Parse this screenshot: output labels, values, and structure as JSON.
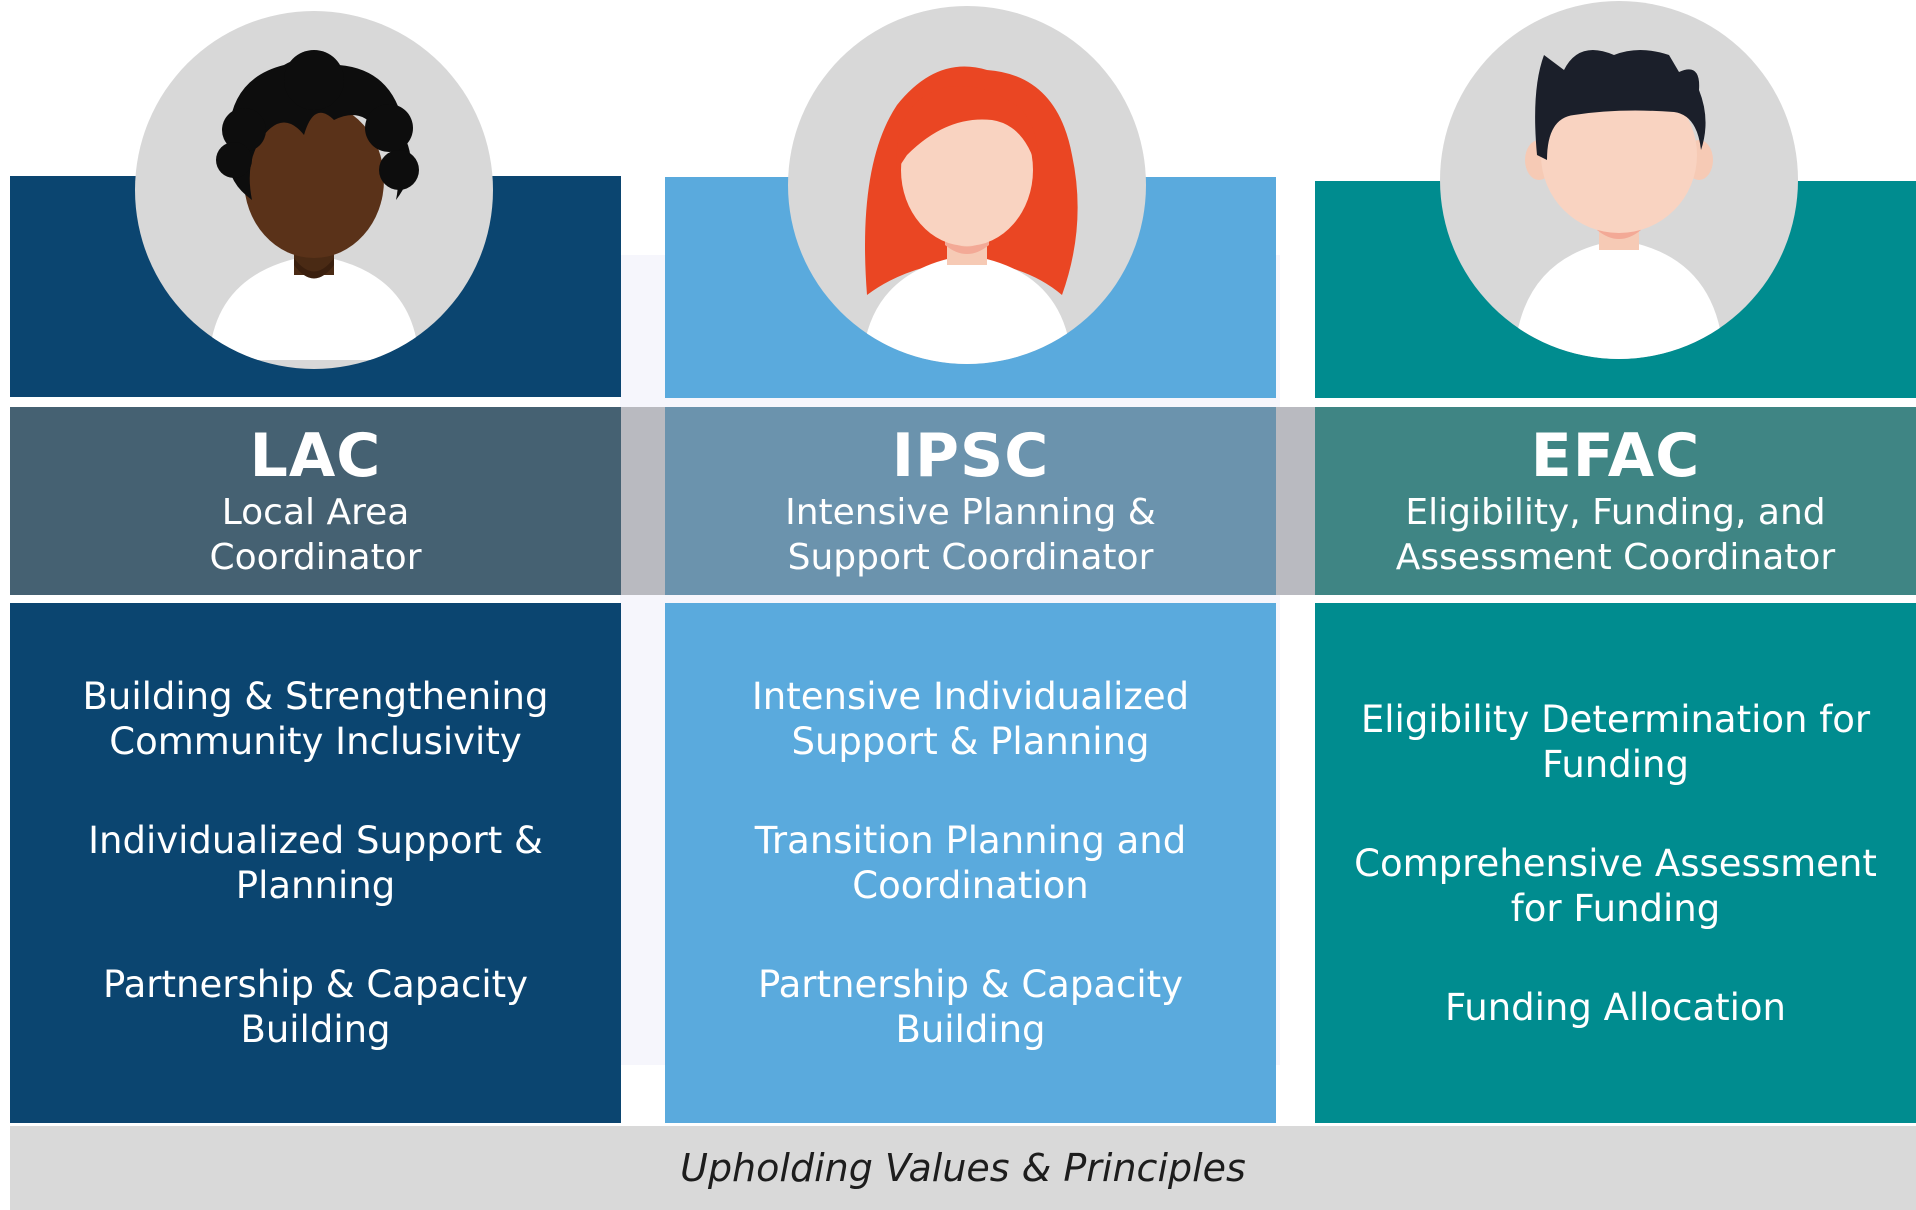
{
  "colors": {
    "lac": "#0b4570",
    "ipsc": "#5aaadd",
    "efac": "#008c8f",
    "lac_band": "#456172",
    "ipsc_band": "#6b93ad",
    "efac_band": "#3f8584"
  },
  "roles": [
    {
      "abbr": "LAC",
      "full_line1": "Local Area",
      "full_line2": "Coordinator",
      "items": [
        {
          "line1": "Building & Strengthening",
          "line2": "Community Inclusivity"
        },
        {
          "line1": "Individualized Support &",
          "line2": "Planning"
        },
        {
          "line1": "Partnership & Capacity",
          "line2": "Building"
        }
      ]
    },
    {
      "abbr": "IPSC",
      "full_line1": "Intensive Planning &",
      "full_line2": "Support Coordinator",
      "items": [
        {
          "line1": "Intensive Individualized",
          "line2": "Support & Planning"
        },
        {
          "line1": "Transition Planning and",
          "line2": "Coordination"
        },
        {
          "line1": "Partnership & Capacity",
          "line2": "Building"
        }
      ]
    },
    {
      "abbr": "EFAC",
      "full_line1": "Eligibility, Funding, and",
      "full_line2": "Assessment Coordinator",
      "items": [
        {
          "line1": "Eligibility Determination for",
          "line2": "Funding"
        },
        {
          "line1": "Comprehensive Assessment",
          "line2": "for Funding"
        },
        {
          "line1": "Funding Allocation",
          "line2": ""
        }
      ]
    }
  ],
  "footer": {
    "text": "Upholding Values & Principles"
  }
}
